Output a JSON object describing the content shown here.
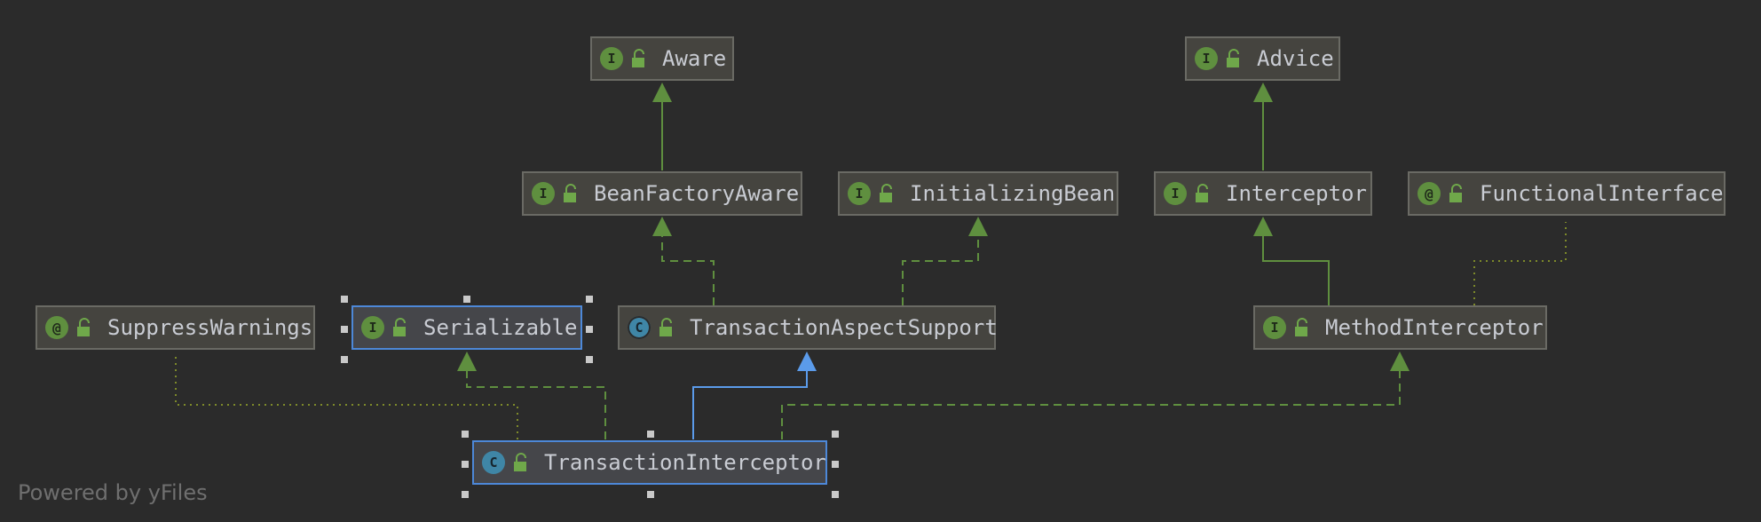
{
  "nodes": {
    "aware": {
      "label": "Aware",
      "kind": "I",
      "type": "interface"
    },
    "advice": {
      "label": "Advice",
      "kind": "I",
      "type": "interface"
    },
    "beanFactoryAware": {
      "label": "BeanFactoryAware",
      "kind": "I",
      "type": "interface"
    },
    "initializingBean": {
      "label": "InitializingBean",
      "kind": "I",
      "type": "interface"
    },
    "interceptor": {
      "label": "Interceptor",
      "kind": "I",
      "type": "interface"
    },
    "functionalInterface": {
      "label": "FunctionalInterface",
      "kind": "@",
      "type": "annotation"
    },
    "suppressWarnings": {
      "label": "SuppressWarnings",
      "kind": "@",
      "type": "annotation"
    },
    "serializable": {
      "label": "Serializable",
      "kind": "I",
      "type": "interface"
    },
    "transactionAspectSupport": {
      "label": "TransactionAspectSupport",
      "kind": "C",
      "type": "abstract-class"
    },
    "methodInterceptor": {
      "label": "MethodInterceptor",
      "kind": "I",
      "type": "interface"
    },
    "transactionInterceptor": {
      "label": "TransactionInterceptor",
      "kind": "C",
      "type": "class"
    }
  },
  "edges": [
    {
      "from": "beanFactoryAware",
      "to": "aware",
      "relation": "extends"
    },
    {
      "from": "interceptor",
      "to": "advice",
      "relation": "extends"
    },
    {
      "from": "transactionAspectSupport",
      "to": "beanFactoryAware",
      "relation": "implements"
    },
    {
      "from": "transactionAspectSupport",
      "to": "initializingBean",
      "relation": "implements"
    },
    {
      "from": "methodInterceptor",
      "to": "interceptor",
      "relation": "extends"
    },
    {
      "from": "methodInterceptor",
      "to": "functionalInterface",
      "relation": "annotated-with"
    },
    {
      "from": "transactionInterceptor",
      "to": "suppressWarnings",
      "relation": "annotated-with"
    },
    {
      "from": "transactionInterceptor",
      "to": "serializable",
      "relation": "implements"
    },
    {
      "from": "transactionInterceptor",
      "to": "transactionAspectSupport",
      "relation": "extends"
    },
    {
      "from": "transactionInterceptor",
      "to": "methodInterceptor",
      "relation": "implements"
    }
  ],
  "selection": [
    "serializable",
    "transactionInterceptor"
  ],
  "colors": {
    "background": "#2b2b2b",
    "node_fill": "#45443f",
    "node_border": "#6a6a64",
    "selected_border": "#4d88d8",
    "extends_edge": "#5f8f3f",
    "class_extends_edge": "#5b9bea",
    "annotation_edge": "#7d8a2a"
  },
  "footer": {
    "text": "Powered by yFiles"
  }
}
